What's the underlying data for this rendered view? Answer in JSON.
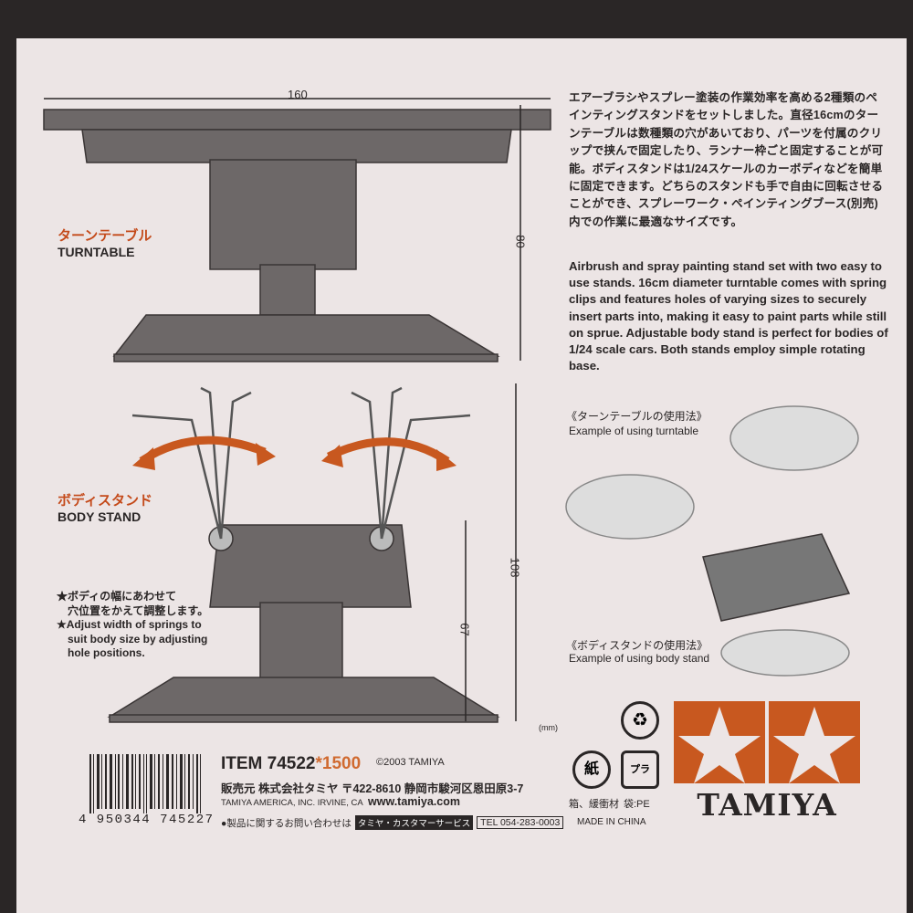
{
  "description_jp": "エアーブラシやスプレー塗装の作業効率を高める2種類のペインティングスタンドをセットしました。直径16cmのターンテーブルは数種類の穴があいており、パーツを付属のクリップで挟んで固定したり、ランナー枠ごと固定することが可能。ボディスタンドは1/24スケールのカーボディなどを簡単に固定できます。どちらのスタンドも手で自由に回転させることができ、スプレーワーク・ペインティングブース(別売)内での作業に最適なサイズです。",
  "description_en": "Airbrush and spray painting stand set with two easy to use stands. 16cm diameter turntable comes with spring clips and features holes of varying sizes to securely insert parts into, making it easy to paint parts while still on sprue. Adjustable body stand is perfect for bodies of 1/24 scale cars. Both stands employ simple rotating base.",
  "turntable": {
    "label_jp": "ターンテーブル",
    "label_en": "TURNTABLE",
    "dim_width": "160",
    "dim_height": "80"
  },
  "body_stand": {
    "label_jp": "ボディスタンド",
    "label_en": "BODY STAND",
    "dim_height": "108",
    "dim_base": "67"
  },
  "note_jp_1": "★ボディの幅にあわせて",
  "note_jp_2": "穴位置をかえて調整します。",
  "note_en_1": "★Adjust width of springs to",
  "note_en_2": "suit body size by adjusting",
  "note_en_3": "hole positions.",
  "usage_turntable_jp": "《ターンテーブルの使用法》",
  "usage_turntable_en": "Example of using turntable",
  "usage_body_jp": "《ボディスタンドの使用法》",
  "usage_body_en": "Example of using body stand",
  "unit": "(mm)",
  "item_label": "ITEM 74522",
  "item_price": "*1500",
  "copyright": "©2003 TAMIYA",
  "address_jp": "販売元 株式会社タミヤ 〒422-8610 静岡市駿河区恩田原3-7",
  "america": "TAMIYA AMERICA, INC. IRVINE, CA",
  "website": "www.tamiya.com",
  "inquiry": "●製品に関するお問い合わせは",
  "customer_service": "タミヤ・カスタマーサービス",
  "tel": "TEL 054-283-0003",
  "made_in": "MADE IN CHINA",
  "material_box": "箱、緩衝材",
  "material_bag": "袋:PE",
  "recycle_paper": "紙",
  "recycle_plastic": "プラ",
  "barcode": "4 950344 745227",
  "brand": "TAMIYA",
  "colors": {
    "accent": "#c44a1a",
    "logo": "#c8581f",
    "ink": "#2a2626",
    "bg": "#ece5e5"
  }
}
